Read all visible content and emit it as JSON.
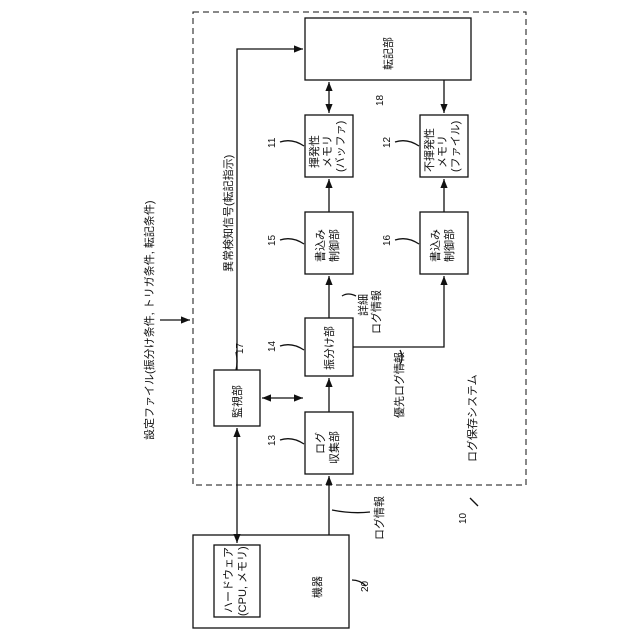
{
  "system": {
    "label": "ログ保存システム",
    "ref": "10"
  },
  "config_note": "設定ファイル(振分け条件, トリガ条件, 転記条件)",
  "blocks": {
    "transcription": {
      "label": "転記部",
      "ref": "18"
    },
    "volatile_memory": {
      "lines": [
        "揮発性",
        "メモリ",
        "(バッファ)"
      ],
      "ref": "11"
    },
    "nonvolatile_memory": {
      "lines": [
        "不揮発性",
        "メモリ",
        "(ファイル)"
      ],
      "ref": "12"
    },
    "write_ctrl_15": {
      "lines": [
        "書込み",
        "制御部"
      ],
      "ref": "15"
    },
    "write_ctrl_16": {
      "lines": [
        "書込み",
        "制御部"
      ],
      "ref": "16"
    },
    "distributor": {
      "label": "振分け部",
      "ref": "14"
    },
    "log_collector": {
      "lines": [
        "ログ",
        "収集部"
      ],
      "ref": "13"
    },
    "monitor": {
      "label": "監視部",
      "ref": "17"
    },
    "device": {
      "label": "機器",
      "ref": "20"
    },
    "hardware": {
      "lines": [
        "ハードウェア",
        "(CPU, メモリ)"
      ]
    }
  },
  "signals": {
    "anomaly": "異常検知信号(転記指示)",
    "detail_log": [
      "詳細",
      "ログ情報"
    ],
    "priority_log": "優先ログ情報",
    "log_info": "ログ情報"
  }
}
